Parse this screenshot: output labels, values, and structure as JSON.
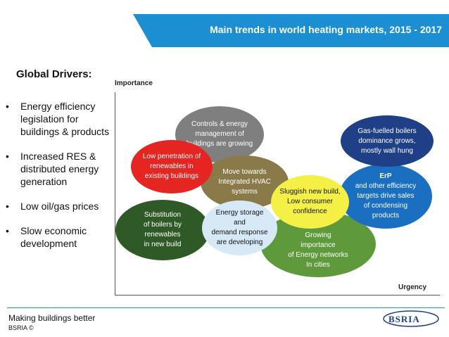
{
  "banner": {
    "title": "Main trends in world heating markets, 2015 - 2017"
  },
  "drivers": {
    "title": "Global Drivers:",
    "bullet": "•",
    "items": [
      "Energy efficiency legislation for buildings & products",
      "Increased RES & distributed energy generation",
      "Low oil/gas prices",
      "Slow economic development"
    ]
  },
  "axes": {
    "y_label": "Importance",
    "x_label": "Urgency"
  },
  "bubbles": {
    "controls": {
      "text": "Controls & energy\nmanagement of\nbuildings are growing",
      "color": "#7f7f7f"
    },
    "low_penetration": {
      "text": "Low penetration of\nrenewables in\nexisting buildings",
      "color": "#e52521"
    },
    "move_towards": {
      "text": "Move towards\nIntegrated HVAC\nsystems",
      "color": "#8a7a4a"
    },
    "gas_fuelled": {
      "text": "Gas-fuelled boilers\ndominance grows,\nmostly wall hung",
      "color": "#1f3f87"
    },
    "erp_title": {
      "text": "ErP"
    },
    "erp": {
      "text": "and other efficiency\ntargets drive sales\nof condensing\nproducts",
      "color": "#1b6fc0"
    },
    "substitution": {
      "text": "Substitution\nof boilers by\nrenewables\nin new build",
      "color": "#2f5a27"
    },
    "energy_storage": {
      "text": "Energy storage and\ndemand response\nare developing",
      "color": "#d7e9f7"
    },
    "sluggish": {
      "text": "Sluggish new build,\nLow consumer\nconfidence",
      "color": "#f5f045"
    },
    "growing": {
      "text": "Growing\nimportance\nof Energy networks\nIn cities",
      "color": "#5e9a3b"
    }
  },
  "footer": {
    "tagline": "Making buildings better",
    "copyright": "BSRIA ©",
    "logo": "BSRIA"
  }
}
